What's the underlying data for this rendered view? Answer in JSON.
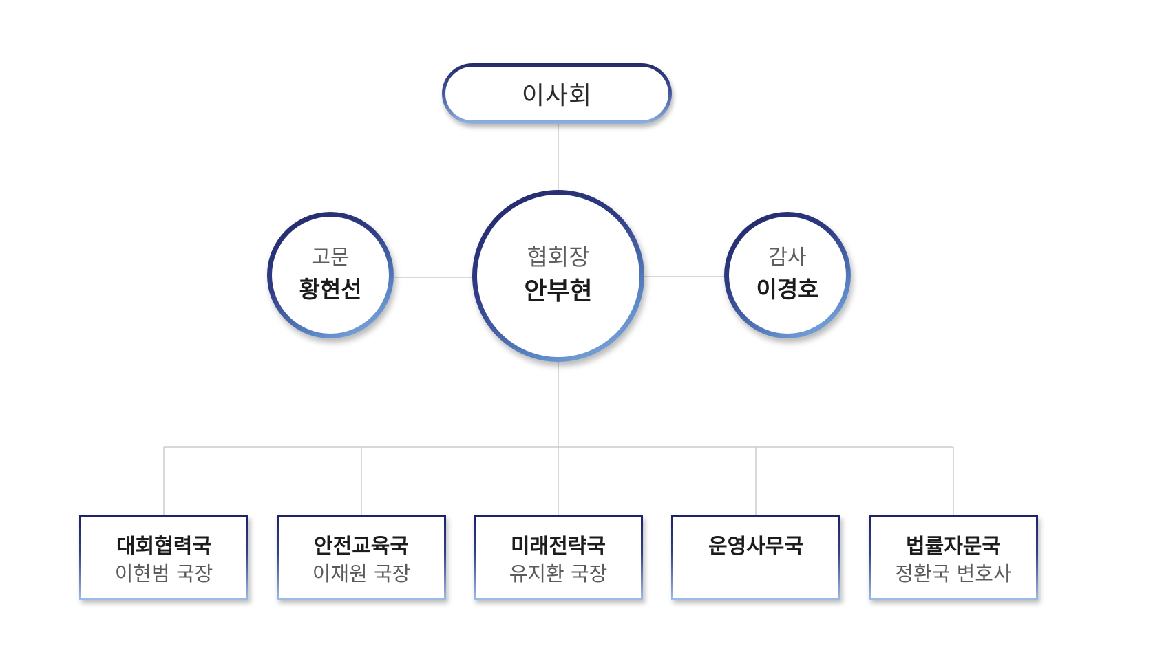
{
  "board": {
    "label": "이사회"
  },
  "advisor": {
    "role": "고문",
    "name": "황현선"
  },
  "president": {
    "role": "협회장",
    "name": "안부현"
  },
  "auditor": {
    "role": "감사",
    "name": "이경호"
  },
  "departments": [
    {
      "name": "대회협력국",
      "head": "이현범 국장"
    },
    {
      "name": "안전교육국",
      "head": "이재원 국장"
    },
    {
      "name": "미래전략국",
      "head": "유지환 국장"
    },
    {
      "name": "운영사무국",
      "head": ""
    },
    {
      "name": "법률자문국",
      "head": "정환국 변호사"
    }
  ],
  "colors": {
    "border_dark": "#202665",
    "border_light": "#8db7e4",
    "connector": "#cccccc"
  }
}
